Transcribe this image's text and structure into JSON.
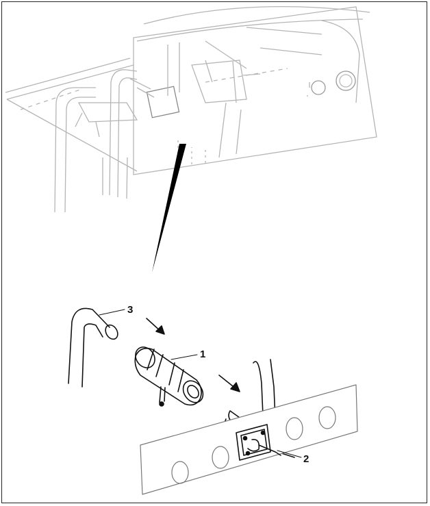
{
  "callouts": [
    {
      "id": "fitting",
      "label": "1"
    },
    {
      "id": "bracket-pipe",
      "label": "2"
    },
    {
      "id": "bent-pipe",
      "label": "3"
    }
  ],
  "colors": {
    "line": "#111111",
    "faint": "#b5b5b5",
    "panel_fill": "#f3f3f3",
    "wedge": "#000000"
  }
}
